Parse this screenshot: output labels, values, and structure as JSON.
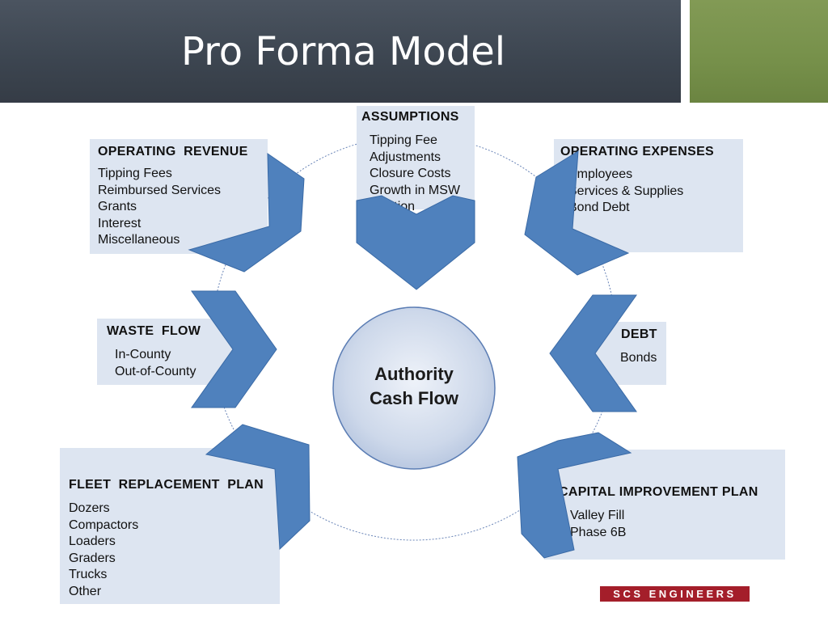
{
  "slide": {
    "title": "Pro Forma Model",
    "colors": {
      "title_bar": "#3f4853",
      "accent_green": "#7a9450",
      "box_fill": "#dde5f1",
      "chevron_fill": "#4f81bd",
      "logo_red": "#a41e2a"
    }
  },
  "center": {
    "line1": "Authority",
    "line2": "Cash Flow"
  },
  "boxes": {
    "assumptions": {
      "heading": "ASSUMPTIONS",
      "items": [
        "Tipping Fee",
        "Adjustments",
        "Closure Costs",
        "Growth in MSW",
        "Inflation"
      ]
    },
    "operating_revenue": {
      "heading": "OPERATING  REVENUE",
      "items": [
        "Tipping Fees",
        "Reimbursed Services",
        "Grants",
        "Interest",
        "Miscellaneous"
      ]
    },
    "operating_expenses": {
      "heading": "OPERATING EXPENSES",
      "items": [
        "Employees",
        "Services & Supplies",
        "Bond Debt"
      ]
    },
    "waste_flow": {
      "heading": "WASTE  FLOW",
      "items": [
        "In-County",
        "Out-of-County"
      ]
    },
    "debt": {
      "heading": "DEBT",
      "items": [
        "Bonds"
      ]
    },
    "fleet": {
      "heading": "FLEET  REPLACEMENT  PLAN",
      "items": [
        "Dozers",
        "Compactors",
        "Loaders",
        "Graders",
        "Trucks",
        "Other"
      ]
    },
    "capital": {
      "heading": "CAPITAL IMPROVEMENT PLAN",
      "items": [
        "Valley Fill",
        "Phase 6B"
      ]
    }
  },
  "logo": {
    "text": "SCS ENGINEERS"
  }
}
